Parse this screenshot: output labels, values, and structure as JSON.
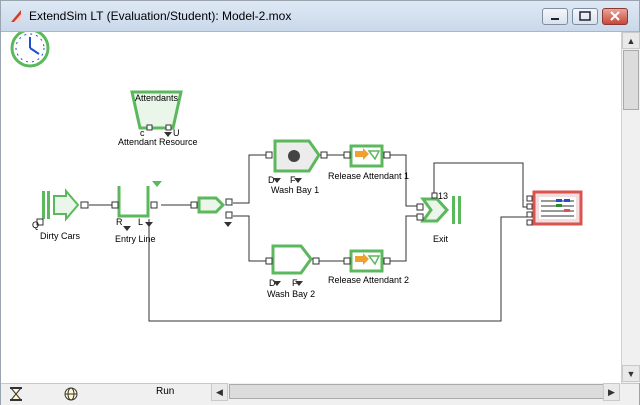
{
  "window": {
    "title": "ExtendSim LT (Evaluation/Student): Model-2.mox"
  },
  "blocks": {
    "attendants": {
      "top_label": "Attendants",
      "sub_label": "Attendant Resource",
      "port_c": "c",
      "port_u": "U"
    },
    "dirty_cars": {
      "label": "Dirty Cars",
      "port": "Q"
    },
    "entry_line": {
      "label": "Entry Line",
      "port_r": "R",
      "port_l": "L"
    },
    "wash_bay_1": {
      "label": "Wash Bay 1",
      "port_d": "D",
      "port_f": "F"
    },
    "wash_bay_2": {
      "label": "Wash Bay 2",
      "port_d": "D",
      "port_f": "F"
    },
    "release_attendant_1": {
      "label": "Release Attendant 1"
    },
    "release_attendant_2": {
      "label": "Release Attendant 2"
    },
    "exit": {
      "label": "Exit",
      "count": "13"
    }
  },
  "status": {
    "run_label": "Run"
  },
  "colors": {
    "block_green": "#5cb85c",
    "block_green_dark": "#2e8b2e",
    "plotter_red": "#d9534f",
    "clock_blue": "#1e4fd0"
  }
}
